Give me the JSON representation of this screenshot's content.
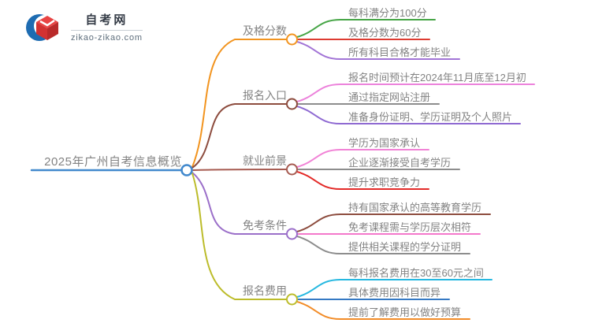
{
  "logo": {
    "brand": "自考网",
    "domain": "zikao-zikao.com",
    "icon": {
      "crescent_color": "#1e6cb2",
      "cap_top_color": "#e84444",
      "cap_left_color": "#d23232",
      "cap_right_color": "#b92a2a"
    }
  },
  "mindmap": {
    "root": {
      "label": "2025年广州自考信息概览",
      "color": "#4289cd"
    },
    "branches": [
      {
        "label": "及格分数",
        "color": "#f2941f",
        "leaves": [
          {
            "text": "每科满分为100分",
            "color": "#46a546"
          },
          {
            "text": "及格分数为60分",
            "color": "#dd3b31"
          },
          {
            "text": "所有科目合格才能毕业",
            "color": "#a274d6"
          }
        ]
      },
      {
        "label": "报名入口",
        "color": "#8d4c3e",
        "leaves": [
          {
            "text": "报名时间预计在2024年11月底至12月初",
            "color": "#ec82db"
          },
          {
            "text": "通过指定网站注册",
            "color": "#8d8d8d"
          },
          {
            "text": "准备身份证明、学历证明及个人照片",
            "color": "#8f6ad2"
          }
        ]
      },
      {
        "label": "就业前景",
        "color": "#a65a50",
        "leaves": [
          {
            "text": "学历为国家承认",
            "color": "#f183d6"
          },
          {
            "text": "企业逐渐接受自考学历",
            "color": "#8d8d8d"
          },
          {
            "text": "提升求职竞争力",
            "color": "#e32a28"
          }
        ]
      },
      {
        "label": "免考条件",
        "color": "#9b6fc9",
        "leaves": [
          {
            "text": "持有国家承认的高等教育学历",
            "color": "#8d4c3e"
          },
          {
            "text": "免考课程需与学历层次相符",
            "color": "#f478cb"
          },
          {
            "text": "提供相关课程的学分证明",
            "color": "#8d8d8d"
          }
        ]
      },
      {
        "label": "报名费用",
        "color": "#bcbc2a",
        "leaves": [
          {
            "text": "每科报名费用在30至60元之间",
            "color": "#26b8e0"
          },
          {
            "text": "具体费用因科目而异",
            "color": "#3579c4"
          },
          {
            "text": "提前了解费用以做好预算",
            "color": "#f28c28"
          }
        ]
      }
    ]
  }
}
